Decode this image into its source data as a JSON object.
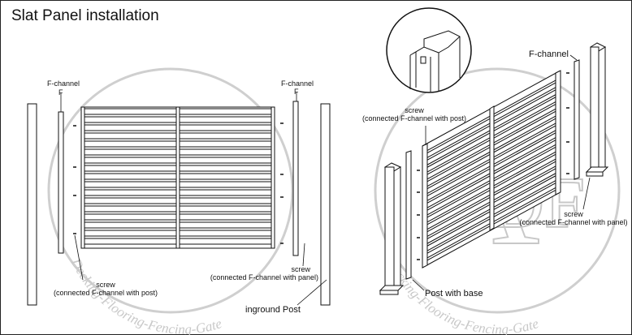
{
  "title": "Slat Panel installation",
  "labels": {
    "fchannel_left": "F-channel",
    "fchannel_left_mark": "F",
    "fchannel_mid": "F-channel",
    "fchannel_mid_mark": "F",
    "fchannel_right": "F-channel",
    "screw_left_line1": "screw",
    "screw_left_line2": "(connected F-channel with post)",
    "screw_mid_line1": "screw",
    "screw_mid_line2": "(connected F-channel with panel)",
    "inground_post": "inground Post",
    "screw_topright_line1": "screw",
    "screw_topright_line2": "(connected F-channel with post)",
    "screw_right_line1": "screw",
    "screw_right_line2": "(connected F-channel with panel)",
    "post_with_base": "Post with base"
  },
  "watermark": {
    "letter_a": "A",
    "letters_df": "DF",
    "tagline": "Decking-Flooring-Fencing-Gate"
  },
  "colors": {
    "line": "#111111",
    "watermark": "#c8c8c8"
  }
}
